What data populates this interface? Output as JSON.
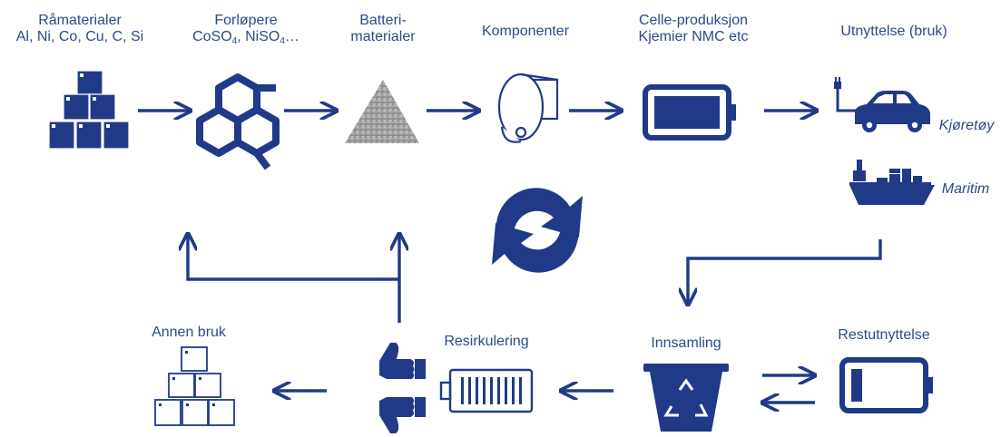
{
  "colors": {
    "primary": "#203a88",
    "label": "#2b4a8b",
    "background": "#ffffff"
  },
  "stages": {
    "raw": {
      "line1": "Råmaterialer",
      "line2": "Al, Ni, Co, Cu, C, Si"
    },
    "precursors": {
      "line1": "Forløpere",
      "chem": [
        {
          "text": "CoSO",
          "sub": "4"
        },
        {
          "text": ", NiSO",
          "sub": "4"
        },
        {
          "text": "…",
          "sub": ""
        }
      ]
    },
    "battery_materials": {
      "line1": "Batteri-",
      "line2": "materialer"
    },
    "components": {
      "line1": "Komponenter"
    },
    "cell_production": {
      "line1": "Celle-produksjon",
      "line2": "Kjemier NMC etc"
    },
    "usage": {
      "line1": "Utnyttelse (bruk)"
    },
    "vehicle": {
      "label": "Kjøretøy"
    },
    "maritime": {
      "label": "Maritim"
    },
    "collection": {
      "label": "Innsamling"
    },
    "residual": {
      "label": "Restutnyttelse"
    },
    "recycling": {
      "label": "Resirkulering"
    },
    "other_use": {
      "label": "Annen bruk"
    }
  },
  "icons": [
    "boxes-stack-icon",
    "hexagon-molecule-icon",
    "powder-pile-icon",
    "foil-roll-icon",
    "full-battery-icon",
    "electric-car-icon",
    "cargo-ship-icon",
    "recycle-cycle-icon",
    "recycle-bin-icon",
    "low-battery-icon",
    "battery-pack-icon",
    "thumbs-up-icon",
    "thumbs-down-icon",
    "outlined-boxes-icon"
  ]
}
